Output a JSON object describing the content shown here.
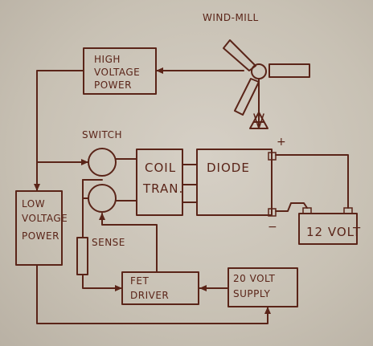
{
  "diagram": {
    "windmill_label": "WIND-MILL",
    "high_voltage_power": [
      "HIGH",
      "VOLTAGE",
      "POWER"
    ],
    "switch_label": "SWITCH",
    "coil_tran": [
      "COIL",
      "TRAN."
    ],
    "diode_label": "DIODE",
    "plus_sign": "+",
    "minus_sign": "−",
    "battery_label": "12 VOLT",
    "low_voltage_power": [
      "LOW",
      "VOLTAGE",
      "POWER"
    ],
    "sense_label": "SENSE",
    "fet_driver": [
      "FET",
      "DRIVER"
    ],
    "supply_20v": [
      "20 VOLT",
      "SUPPLY"
    ]
  },
  "colors": {
    "ink": "#5a2418",
    "paper": "#cfc9bd"
  }
}
